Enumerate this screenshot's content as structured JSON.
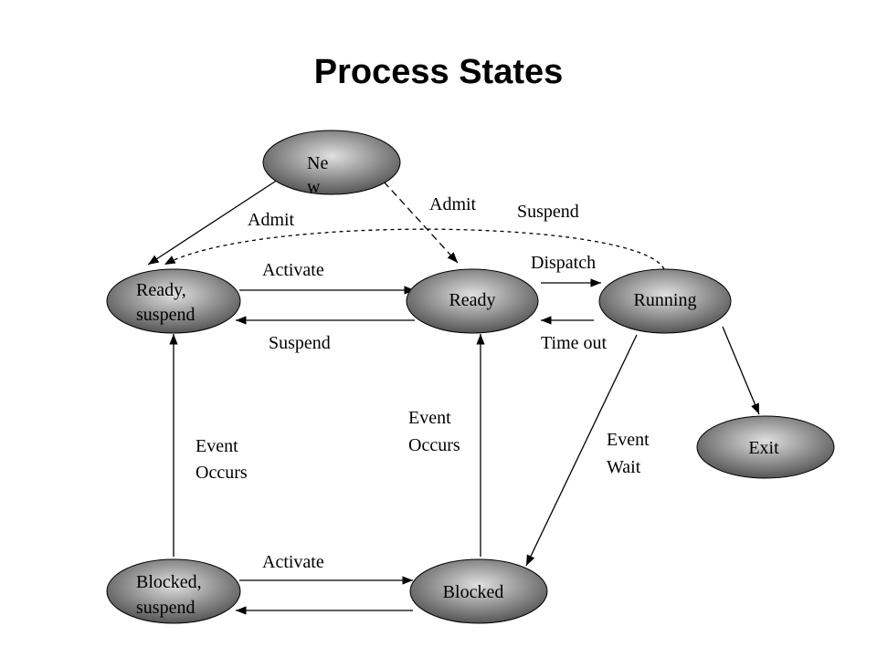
{
  "title": "Process States",
  "colors": {
    "node_light": "#e0e0e0",
    "node_dark": "#4a4a4a",
    "stroke": "#000000"
  },
  "nodes": {
    "new": [
      "Ne",
      "w"
    ],
    "ready_suspend": [
      "Ready,",
      "suspend"
    ],
    "ready": [
      "Ready"
    ],
    "running": [
      "Running"
    ],
    "exit": [
      "Exit"
    ],
    "blocked_suspend": [
      "Blocked,",
      "suspend"
    ],
    "blocked": [
      "Blocked"
    ]
  },
  "labels": {
    "admit_left": "Admit",
    "admit_right": "Admit",
    "suspend_top": "Suspend",
    "dispatch": "Dispatch",
    "activate_top": "Activate",
    "suspend_mid": "Suspend",
    "timeout": "Time out",
    "event_occurs_left": [
      "Event",
      "Occurs"
    ],
    "event_occurs_mid": [
      "Event",
      "Occurs"
    ],
    "event_wait": [
      "Event",
      "Wait"
    ],
    "activate_bottom": "Activate"
  }
}
